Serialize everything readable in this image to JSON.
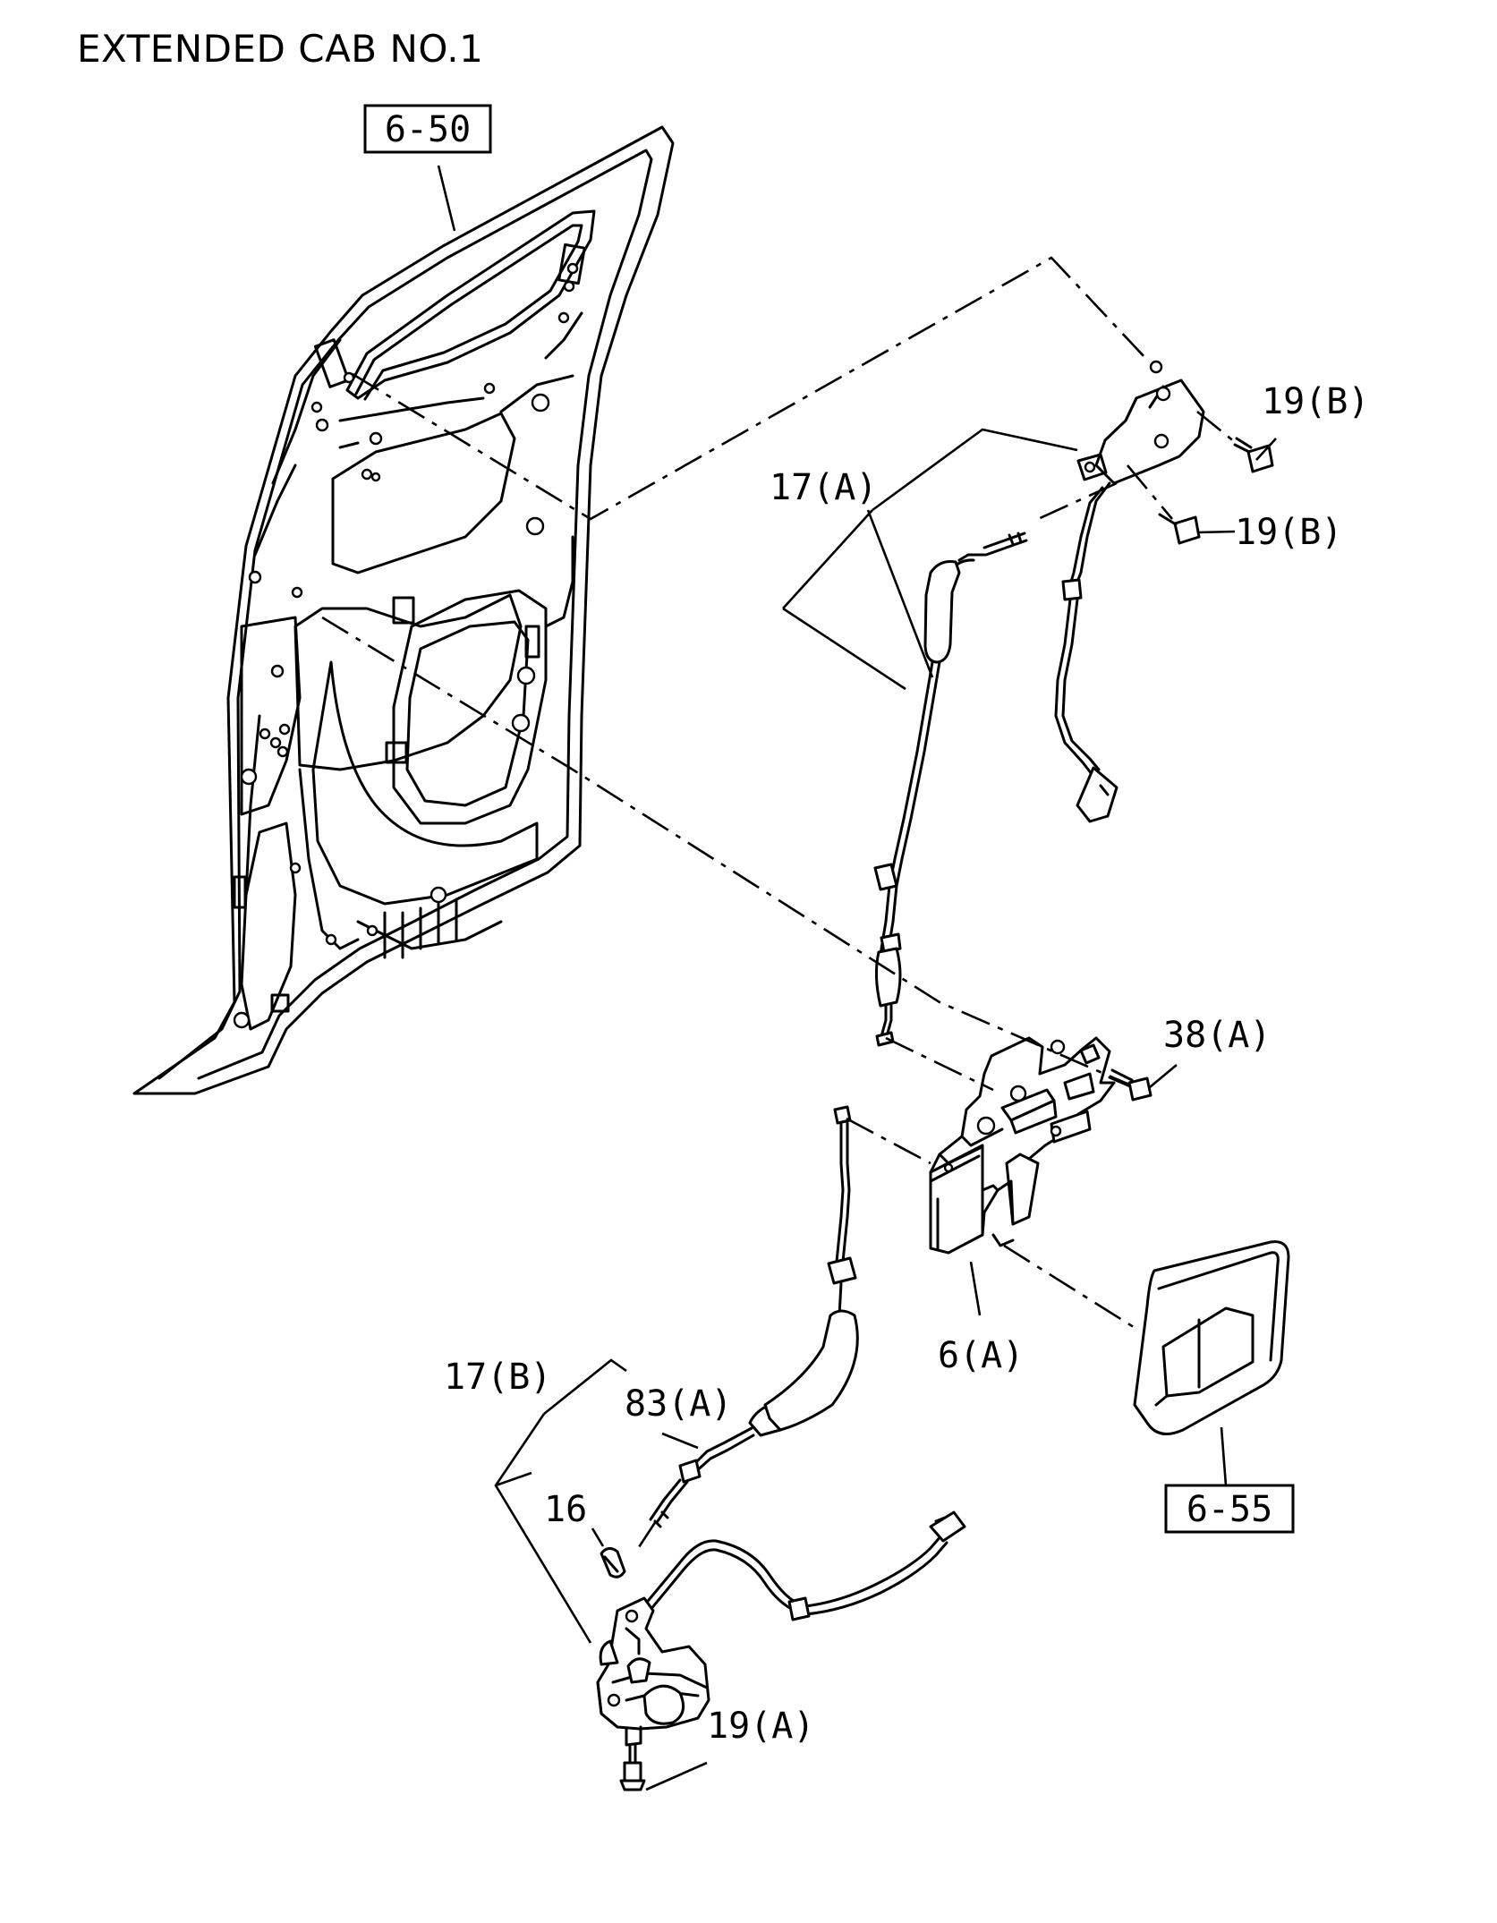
{
  "title": "EXTENDED CAB NO.1",
  "callouts": {
    "ref_6_50": "6-50",
    "ref_6_55": "6-55",
    "p_19B_upper": "19(B)",
    "p_19B_lower": "19(B)",
    "p_17A": "17(A)",
    "p_38A": "38(A)",
    "p_6A": "6(A)",
    "p_17B": "17(B)",
    "p_83A": "83(A)",
    "p_16": "16",
    "p_19A": "19(A)"
  }
}
